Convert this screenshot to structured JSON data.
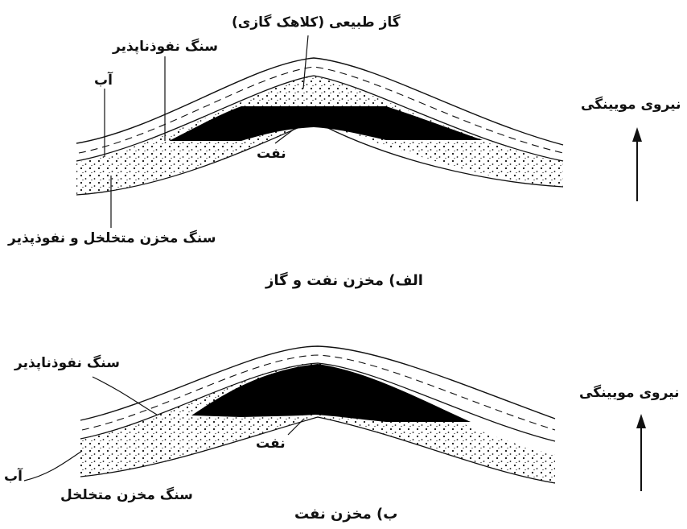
{
  "diagram_a": {
    "natural_gas_label": "گاز طبیعی (کلاهک گازی)",
    "impermeable_rock_label": "سنگ نفوذناپذیر",
    "water_label": "آب",
    "oil_label": "نفت",
    "porous_rock_label": "سنگ مخزن متخلخل و نفوذپذیر",
    "capillary_label": "نیروی مویینگی",
    "caption": "الف) مخزن نفت و گاز"
  },
  "diagram_b": {
    "impermeable_rock_label": "سنگ نفوذناپذیر",
    "capillary_label": "نیروی مویینگی",
    "oil_label": "نفت",
    "water_label": "آب",
    "porous_rock_label": "سنگ مخزن متخلخل",
    "caption": "ب) مخزن نفت"
  },
  "colors": {
    "ink": "#111111",
    "background": "#ffffff"
  }
}
